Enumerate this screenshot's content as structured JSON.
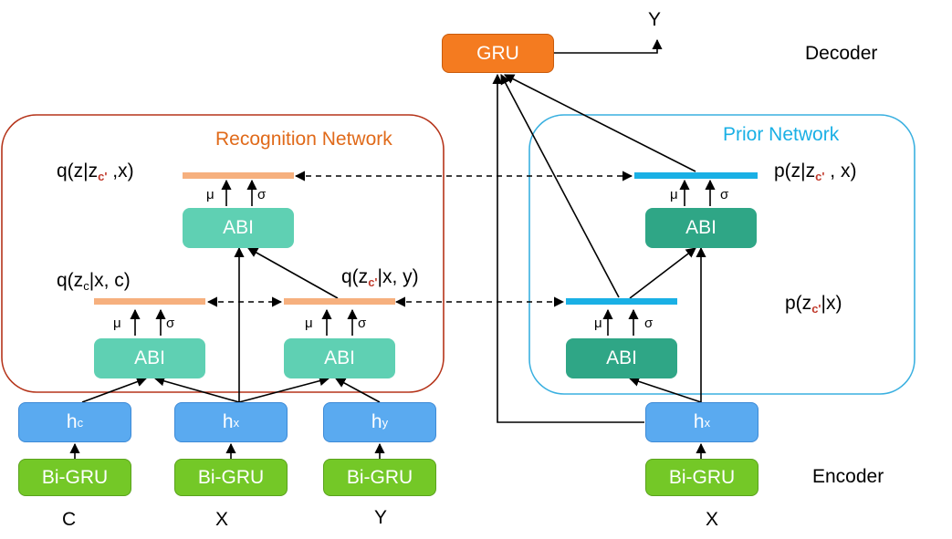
{
  "colors": {
    "encoder_green": "#74c827",
    "hidden_blue": "#5aaaf0",
    "abi_recognition": "#5fd0b3",
    "abi_prior": "#2fa686",
    "gru_orange": "#f47b20",
    "recognition_border": "#b5341a",
    "prior_border": "#3ab0e0",
    "recognition_bar": "#f6b07e",
    "prior_bar": "#1ab0e5"
  },
  "decoder": {
    "gru_label": "GRU",
    "output_label": "Y",
    "section_label": "Decoder"
  },
  "encoder_section_label": "Encoder",
  "recognition": {
    "title": "Recognition Network",
    "inputs": [
      {
        "input": "C",
        "encoder": "Bi-GRU",
        "hidden": "h",
        "hidden_sub": "c"
      },
      {
        "input": "X",
        "encoder": "Bi-GRU",
        "hidden": "h",
        "hidden_sub": "x"
      },
      {
        "input": "Y",
        "encoder": "Bi-GRU",
        "hidden": "h",
        "hidden_sub": "y"
      }
    ],
    "abi_label": "ABI",
    "q_top": {
      "pre": "q(z|z",
      "sub": "c'",
      "post": " ,x)"
    },
    "q_c": {
      "pre": "q(z",
      "sub": "c",
      "post": "|x, c)"
    },
    "q_cprime": {
      "pre": "q(z",
      "sub": "c'",
      "post": "|x, y)"
    }
  },
  "prior": {
    "title": "Prior Network",
    "input": "X",
    "encoder": "Bi-GRU",
    "hidden": "h",
    "hidden_sub": "x",
    "abi_label": "ABI",
    "p_top": {
      "pre": "p(z|z",
      "sub": "c'",
      "post": " , x)"
    },
    "p_c": {
      "pre": "p(z",
      "sub": "c'",
      "post": "|x)"
    }
  },
  "mu": "μ",
  "sigma": "σ"
}
